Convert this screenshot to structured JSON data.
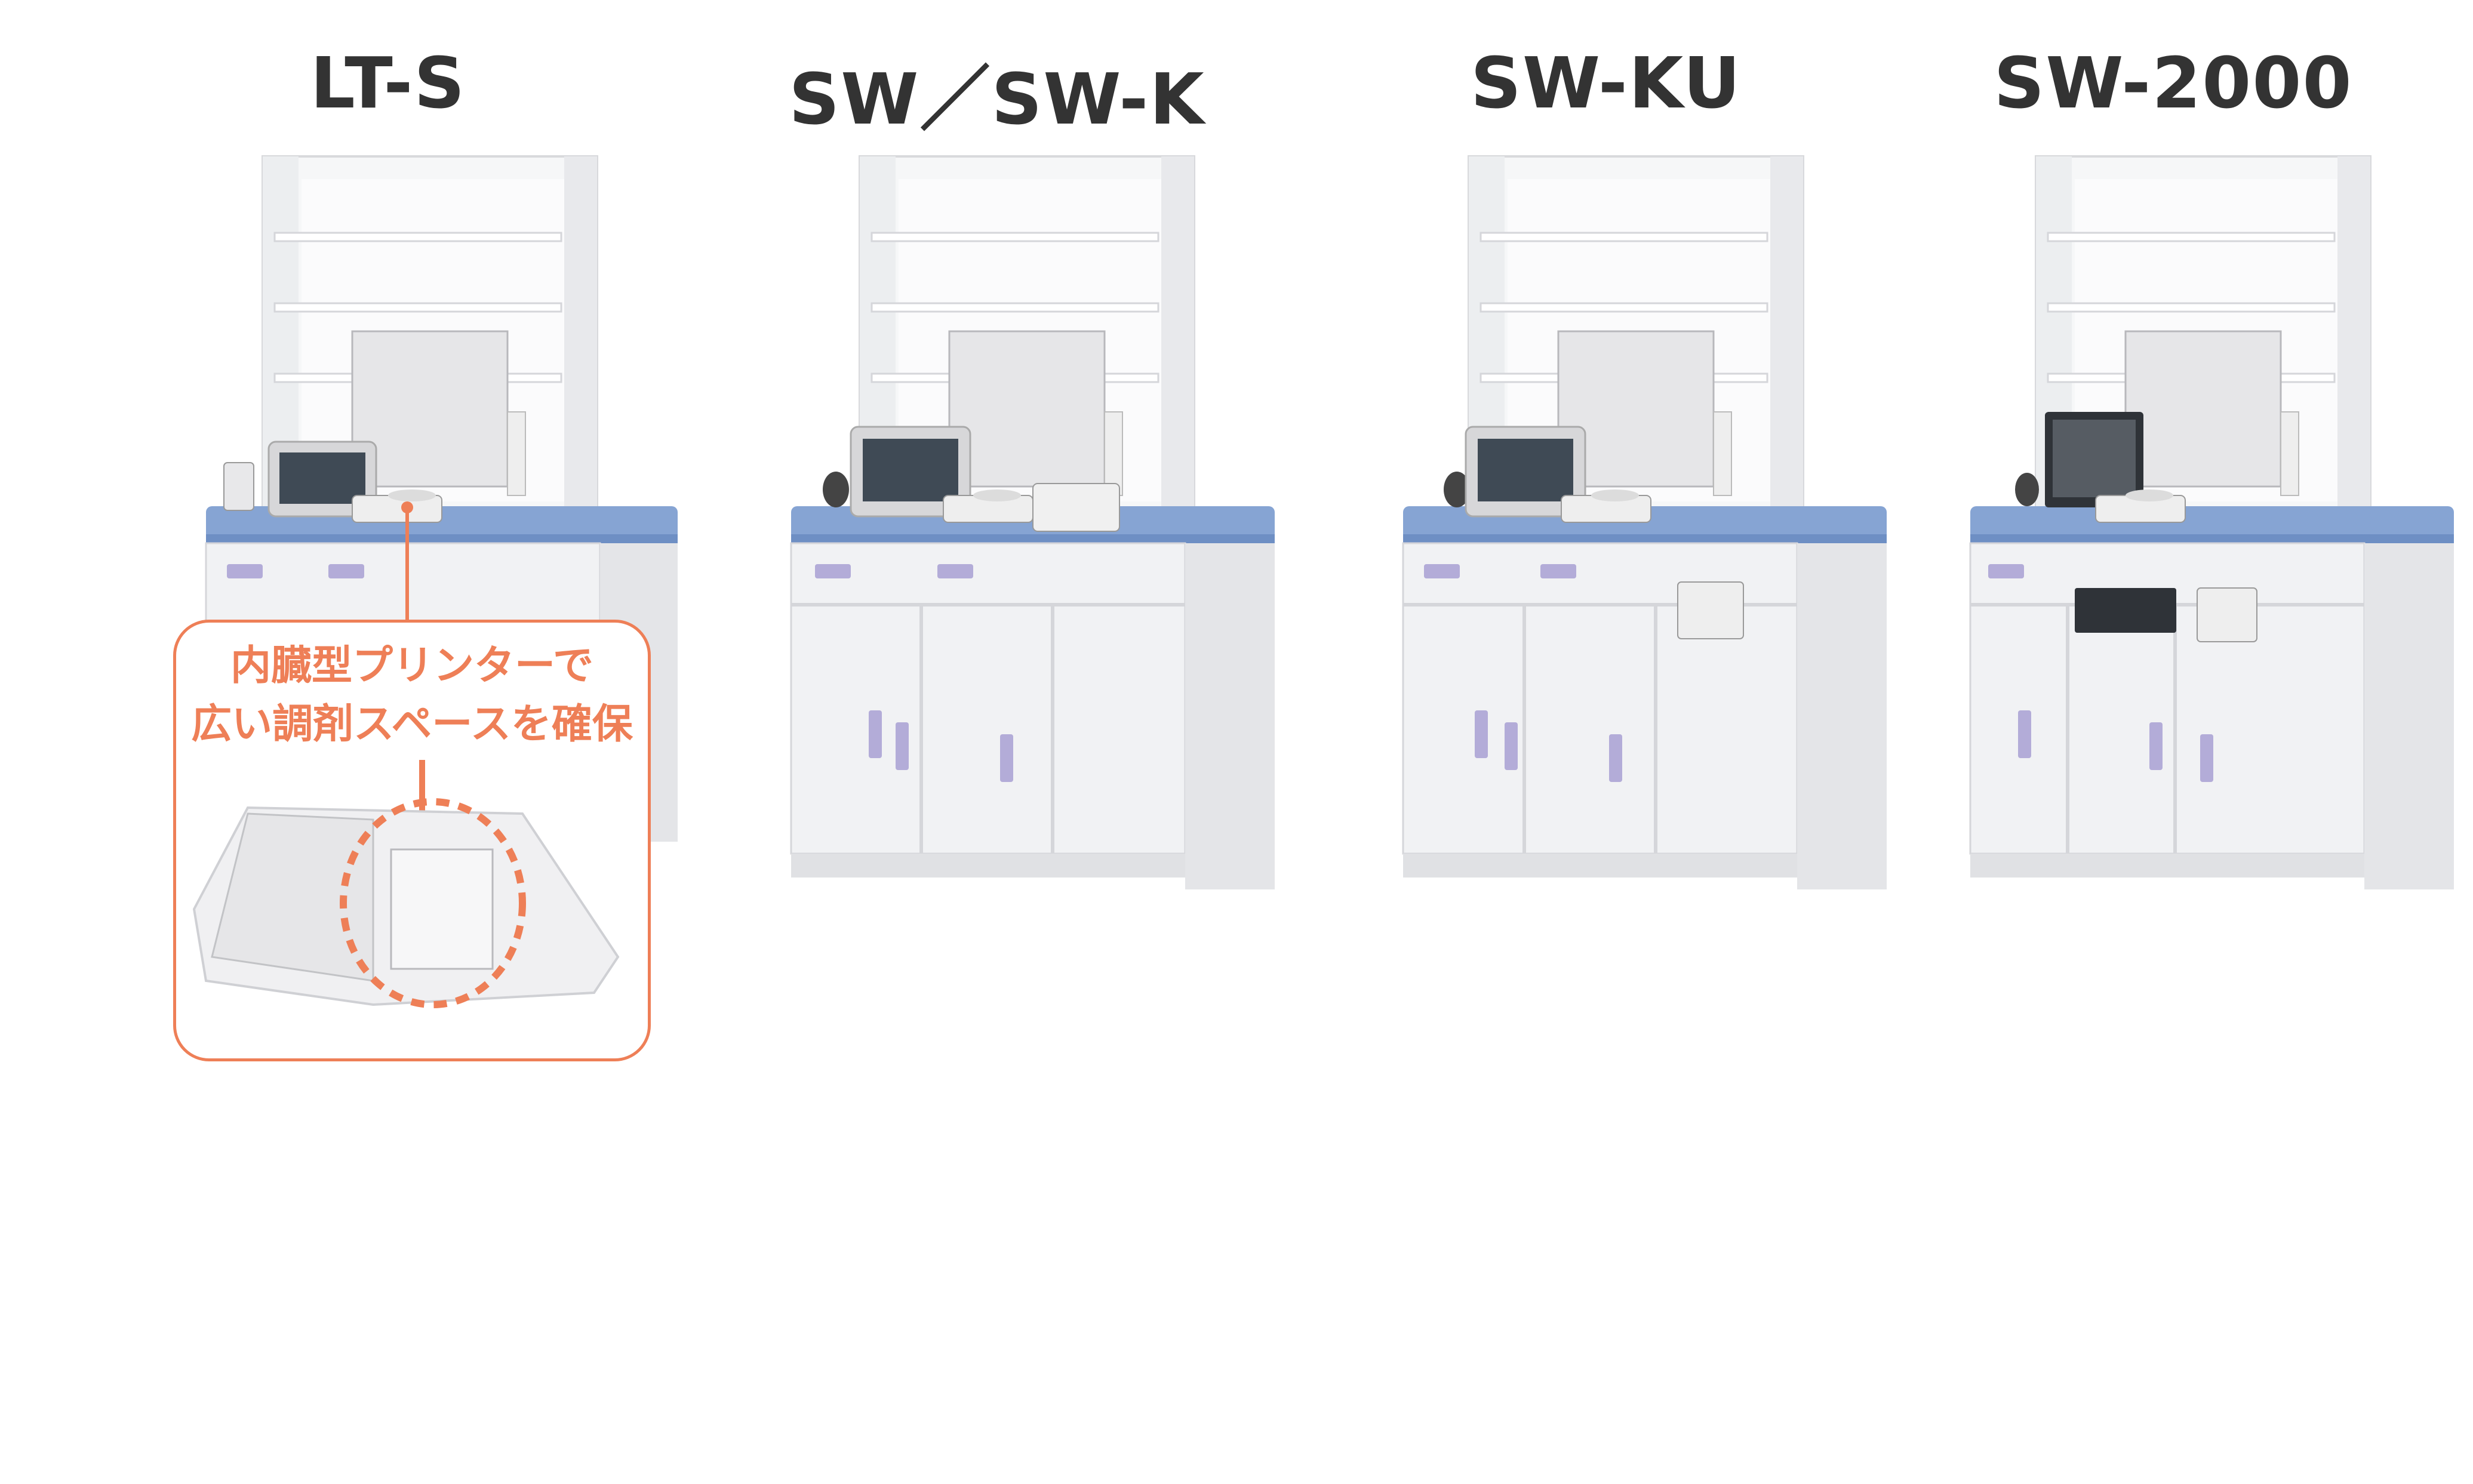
{
  "models": [
    {
      "id": "lt-s",
      "title": "LT-S"
    },
    {
      "id": "sw",
      "title": "SW／SW-K"
    },
    {
      "id": "sw-ku",
      "title": "SW-KU"
    },
    {
      "id": "sw-2000",
      "title": "SW-2000"
    }
  ],
  "callout": {
    "line1": "内臓型プリンターで",
    "line2": "広い調剤スペースを確保"
  },
  "colors": {
    "cabinet": "#f1f2f4",
    "counter": "#86a4d3",
    "handle": "#b3acd8",
    "callout_accent": "#ee7f57",
    "title": "#333333"
  },
  "icons": [
    "printer-icon",
    "scale-icon",
    "monitor-icon",
    "scanner-icon",
    "outlet-icon"
  ]
}
